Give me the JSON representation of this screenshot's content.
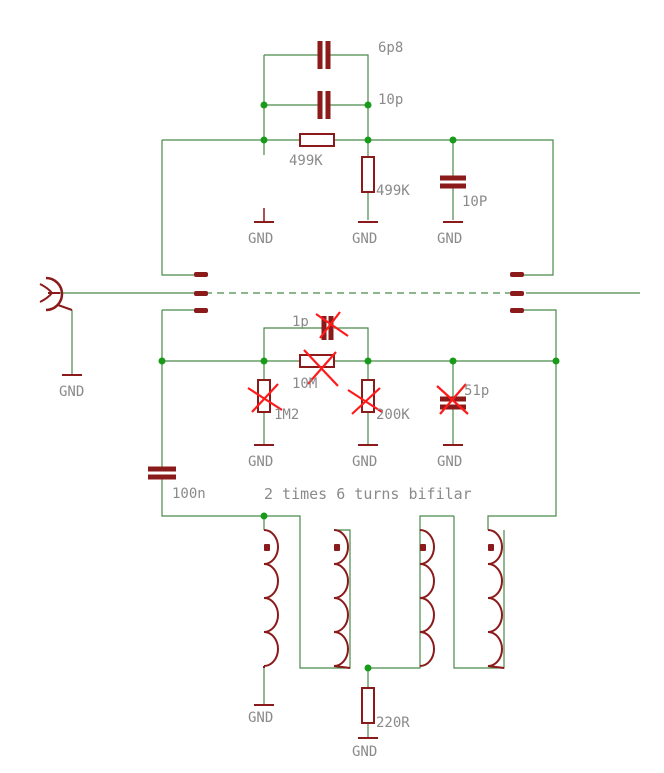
{
  "labels": {
    "c_6p8": "6p8",
    "c_10p_a": "10p",
    "r_499k_h": "499K",
    "r_499k_v": "499K",
    "c_10p_b": "10P",
    "c_1p": "1p",
    "r_10m": "10M",
    "r_1m2": "1M2",
    "r_200k": "200K",
    "c_51p": "51p",
    "c_100n": "100n",
    "r_220r": "220R",
    "note_bifilar": "2 times 6 turns bifilar"
  },
  "gnd": "GND",
  "colors": {
    "wire": "#4a8a4a",
    "part": "#8b1a1a",
    "junction": "#1a9a1a",
    "label": "#8a8a8a",
    "crossed_out": "#ff1a1a"
  }
}
